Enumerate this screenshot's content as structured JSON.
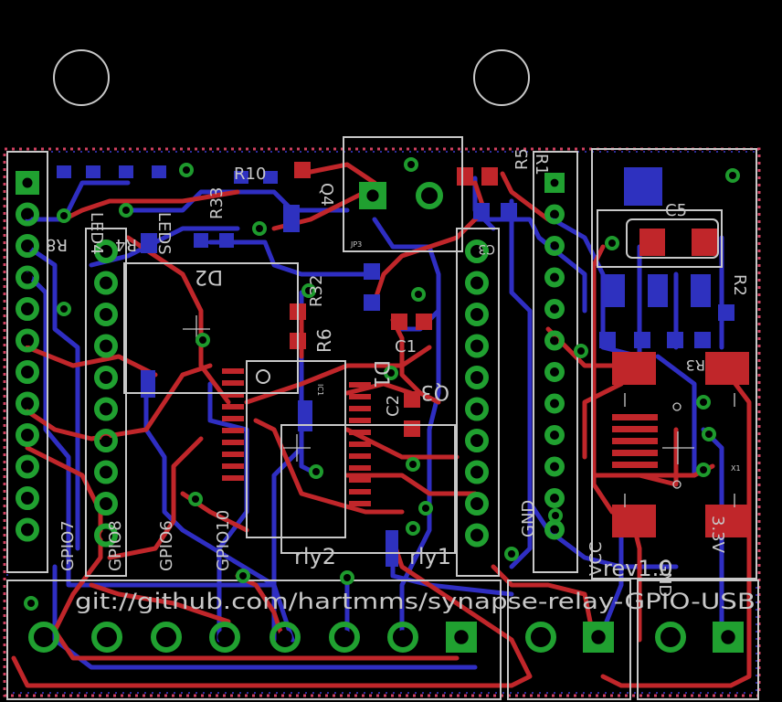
{
  "board": {
    "url_text": "git://github.com/hartmms/synapse-relay-GPIO-USB",
    "revision": "rev1.0",
    "colors": {
      "background": "#000000",
      "top_copper": "#c0262a",
      "bottom_copper": "#2f2ec2",
      "via": "#1e9a2d",
      "silkscreen": "#c8c8c8",
      "dimension": "#d04060"
    }
  },
  "labels": {
    "r8": "R8",
    "r4": "R4",
    "led4": "LED4",
    "leds": "LEDS",
    "r33": "R33",
    "r10": "R10",
    "q4": "Q4",
    "d2": "D2",
    "r32": "R32",
    "r6": "R6",
    "d1": "D1",
    "c1": "C1",
    "q3": "Q3",
    "c2": "C2",
    "r5": "R5",
    "r1": "R1",
    "c5": "C5",
    "r2": "R2",
    "r3": "R3",
    "c3": "C3",
    "x1": "X1",
    "ic1": "IC1",
    "jp3": "JP3",
    "gpio7": "GPIO7",
    "gpio8": "GPIO8",
    "gpio6": "GPIO6",
    "gpio10": "GPIO10",
    "rly2": "rly2",
    "rly1": "rly1",
    "gnd1": "GND",
    "vcc": "VCC",
    "gnd2": "GND",
    "v33": "3.3V"
  }
}
